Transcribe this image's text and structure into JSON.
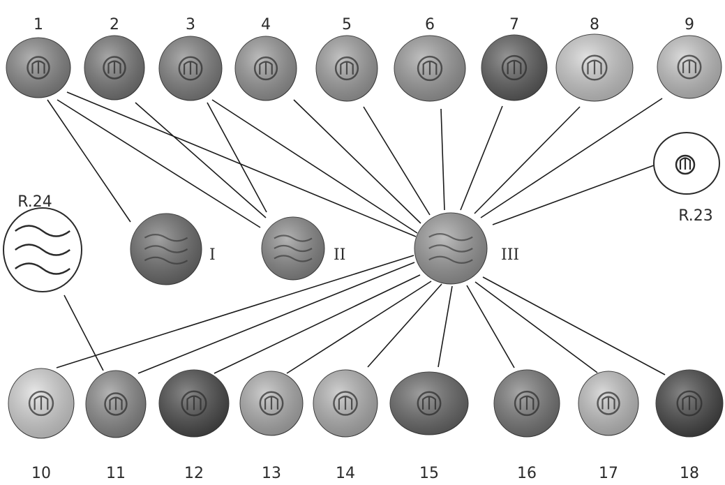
{
  "coins_top": [
    {
      "id": "coin-1",
      "label": "1",
      "shade": "#8a8a8a"
    },
    {
      "id": "coin-2",
      "label": "2",
      "shade": "#7a7a7a"
    },
    {
      "id": "coin-3",
      "label": "3",
      "shade": "#828282"
    },
    {
      "id": "coin-4",
      "label": "4",
      "shade": "#9a9a9a"
    },
    {
      "id": "coin-5",
      "label": "5",
      "shade": "#a3a3a3"
    },
    {
      "id": "coin-6",
      "label": "6",
      "shade": "#a0a0a0"
    },
    {
      "id": "coin-7",
      "label": "7",
      "shade": "#5e5e5e"
    },
    {
      "id": "coin-8",
      "label": "8",
      "shade": "#d2d2d2"
    },
    {
      "id": "coin-9",
      "label": "9",
      "shade": "#c9c9c9"
    }
  ],
  "coins_bottom": [
    {
      "id": "coin-10",
      "label": "10",
      "shade": "#dcdcdc"
    },
    {
      "id": "coin-11",
      "label": "11",
      "shade": "#8e8e8e"
    },
    {
      "id": "coin-12",
      "label": "12",
      "shade": "#4a4a4a"
    },
    {
      "id": "coin-13",
      "label": "13",
      "shade": "#b4b4b4"
    },
    {
      "id": "coin-14",
      "label": "14",
      "shade": "#b8b8b8"
    },
    {
      "id": "coin-15",
      "label": "15",
      "shade": "#6a6a6a"
    },
    {
      "id": "coin-16",
      "label": "16",
      "shade": "#7a7a7a"
    },
    {
      "id": "coin-17",
      "label": "17",
      "shade": "#c8c8c8"
    },
    {
      "id": "coin-18",
      "label": "18",
      "shade": "#454545"
    }
  ],
  "drawings": [
    {
      "id": "drawing-r23",
      "label": "R.23"
    },
    {
      "id": "drawing-r24",
      "label": "R.24"
    }
  ],
  "hubs": [
    {
      "id": "hub-I",
      "label": "I",
      "shade": "#6f6f6f"
    },
    {
      "id": "hub-II",
      "label": "II",
      "shade": "#8c8c8c"
    },
    {
      "id": "hub-III",
      "label": "III",
      "shade": "#9c9c9c"
    }
  ],
  "connections": [
    [
      "coin-1",
      "hub-I"
    ],
    [
      "coin-1",
      "hub-II"
    ],
    [
      "coin-1",
      "hub-III"
    ],
    [
      "coin-2",
      "hub-II"
    ],
    [
      "coin-3",
      "hub-II"
    ],
    [
      "coin-3",
      "hub-III"
    ],
    [
      "coin-4",
      "hub-III"
    ],
    [
      "coin-5",
      "hub-III"
    ],
    [
      "coin-6",
      "hub-III"
    ],
    [
      "coin-7",
      "hub-III"
    ],
    [
      "coin-8",
      "hub-III"
    ],
    [
      "coin-9",
      "hub-III"
    ],
    [
      "drawing-r23",
      "hub-III"
    ],
    [
      "drawing-r24",
      "coin-11"
    ],
    [
      "hub-III",
      "coin-10"
    ],
    [
      "hub-III",
      "coin-11"
    ],
    [
      "hub-III",
      "coin-12"
    ],
    [
      "hub-III",
      "coin-13"
    ],
    [
      "hub-III",
      "coin-14"
    ],
    [
      "hub-III",
      "coin-15"
    ],
    [
      "hub-III",
      "coin-16"
    ],
    [
      "hub-III",
      "coin-17"
    ],
    [
      "hub-III",
      "coin-18"
    ]
  ],
  "colors": {
    "line": "#1a1a1a",
    "label": "#2b2b2b",
    "background": "#ffffff"
  }
}
